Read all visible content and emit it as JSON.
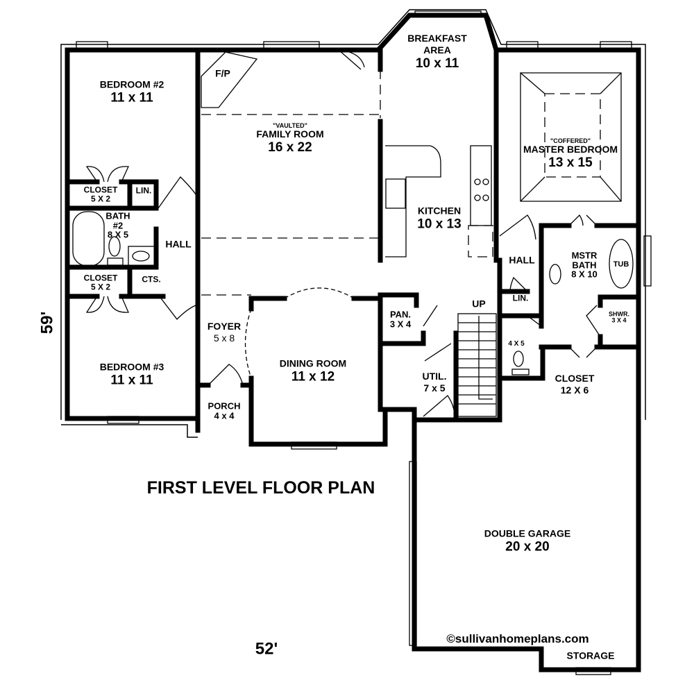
{
  "title": "FIRST LEVEL FLOOR PLAN",
  "dimensions": {
    "width": "52'",
    "depth": "59'"
  },
  "copyright": "©sullivanhomeplans.com",
  "rooms": {
    "bedroom2": {
      "name": "BEDROOM #2",
      "size": "11 x 11"
    },
    "fp": {
      "name": "F/P"
    },
    "family": {
      "note": "\"VAULTED\"",
      "name": "FAMILY ROOM",
      "size": "16 x 22"
    },
    "breakfast": {
      "name": "BREAKFAST AREA",
      "size": "10 x 11"
    },
    "master": {
      "note": "\"COFFERED\"",
      "name": "MASTER BEDROOM",
      "size": "13 x 15"
    },
    "kitchen": {
      "name": "KITCHEN",
      "size": "10 x 13"
    },
    "closet1": {
      "name": "CLOSET",
      "size": "5 X 2"
    },
    "lin1": {
      "name": "LIN."
    },
    "bath2": {
      "name": "BATH #2",
      "size": "8 X 5"
    },
    "hall1": {
      "name": "HALL"
    },
    "closet2": {
      "name": "CLOSET",
      "size": "5 X 2"
    },
    "cts": {
      "name": "CTS."
    },
    "hall2": {
      "name": "HALL"
    },
    "mstrbath": {
      "name": "MSTR BATH",
      "size": "8 X 10"
    },
    "tub": {
      "name": "TUB"
    },
    "lin2": {
      "name": "LIN."
    },
    "shwr": {
      "name": "SHWR.",
      "size": "3 X 4"
    },
    "wc": {
      "size": "4 X 5"
    },
    "up": {
      "name": "UP"
    },
    "pan": {
      "name": "PAN.",
      "size": "3 X 4"
    },
    "foyer": {
      "name": "FOYER",
      "size": "5 x 8"
    },
    "dining": {
      "name": "DINING ROOM",
      "size": "11 x 12"
    },
    "util": {
      "name": "UTIL.",
      "size": "7 x 5"
    },
    "closet3": {
      "name": "CLOSET",
      "size": "12 X 6"
    },
    "bedroom3": {
      "name": "BEDROOM #3",
      "size": "11 x 11"
    },
    "porch": {
      "name": "PORCH",
      "size": "4 x 4"
    },
    "garage": {
      "name": "DOUBLE GARAGE",
      "size": "20 x 20"
    },
    "storage": {
      "name": "STORAGE"
    }
  }
}
